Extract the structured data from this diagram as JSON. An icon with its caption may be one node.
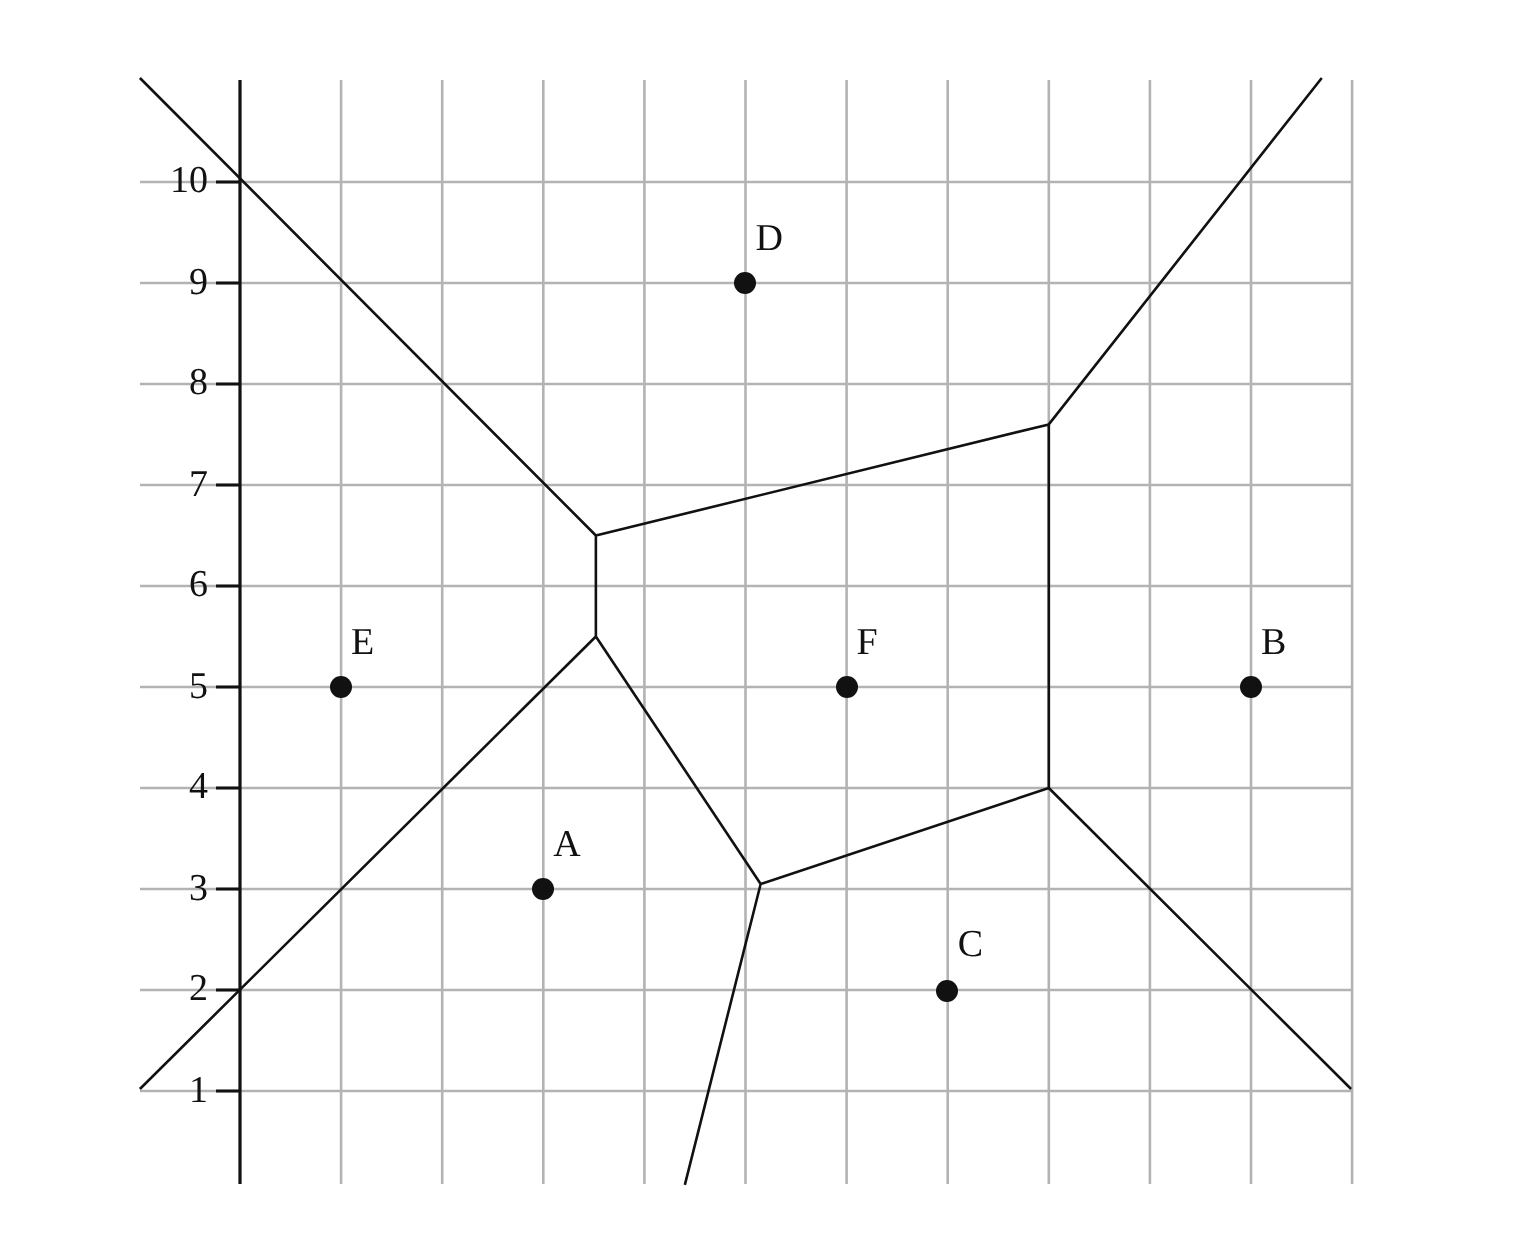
{
  "diagram": {
    "nodes": [
      {
        "text": [],
        "shape": "circle",
        "beside": [
          "D"
        ]
      },
      {
        "text": [],
        "shape": "circle",
        "beside": [
          "E"
        ]
      },
      {
        "text": [],
        "shape": "circle",
        "beside": [
          "F"
        ]
      },
      {
        "text": [],
        "shape": "circle",
        "beside": [
          "B"
        ]
      },
      {
        "text": [],
        "shape": "circle",
        "beside": [
          "A"
        ]
      },
      {
        "text": [],
        "shape": "circle",
        "beside": [
          "C"
        ]
      }
    ],
    "edges": [],
    "labels": [
      "10",
      "9",
      "8",
      "7",
      "6",
      "5",
      "4",
      "3",
      "2",
      "1"
    ]
  }
}
